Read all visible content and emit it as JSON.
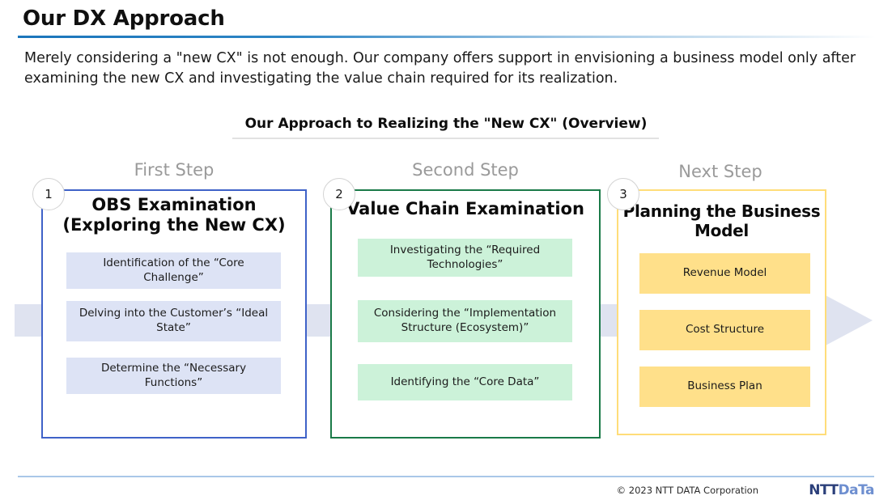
{
  "header": {
    "title": "Our DX Approach",
    "lead": "Merely considering a \"new CX\" is not enough. Our company offers support in envisioning a business model only after examining the new CX and investigating the value chain required for its realization."
  },
  "section": {
    "heading": "Our Approach to Realizing the \"New CX\" (Overview)"
  },
  "steps": [
    {
      "number": "1",
      "step_label": "First Step",
      "panel_title": "OBS Examination\n(Exploring the New CX)",
      "accent_color": "#3f62c8",
      "chip_color": "#dde3f5",
      "items": [
        "Identification of the “Core Challenge”",
        "Delving into the Customer’s “Ideal State”",
        "Determine the “Necessary Functions”"
      ]
    },
    {
      "number": "2",
      "step_label": "Second Step",
      "panel_title": "Value Chain Examination",
      "accent_color": "#1a7a48",
      "chip_color": "#ccf2d9",
      "items": [
        "Investigating the “Required Technologies”",
        "Considering the “Implementation Structure (Ecosystem)”",
        "Identifying the “Core Data”"
      ]
    },
    {
      "number": "3",
      "step_label": "Next Step",
      "panel_title": "Planning the Business Model",
      "accent_color": "#ffdd79",
      "chip_color": "#ffe08a",
      "items": [
        "Revenue Model",
        "Cost Structure",
        "Business Plan"
      ]
    }
  ],
  "footer": {
    "copyright": "© 2023 NTT DATA Corporation",
    "logo_primary": "NTT",
    "logo_secondary": "DaTa"
  }
}
